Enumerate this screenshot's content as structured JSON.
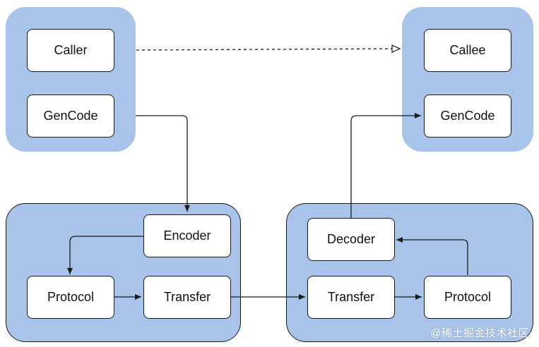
{
  "nodes": {
    "caller": "Caller",
    "caller_gencode": "GenCode",
    "callee": "Callee",
    "callee_gencode": "GenCode",
    "encoder": "Encoder",
    "protocol_left": "Protocol",
    "transfer_left": "Transfer",
    "decoder": "Decoder",
    "transfer_right": "Transfer",
    "protocol_right": "Protocol"
  },
  "watermark": "@稀土掘金技术社区",
  "colors": {
    "group_fill": "#a9c4ea",
    "node_fill": "#ffffff",
    "stroke": "#1a1a1a"
  }
}
